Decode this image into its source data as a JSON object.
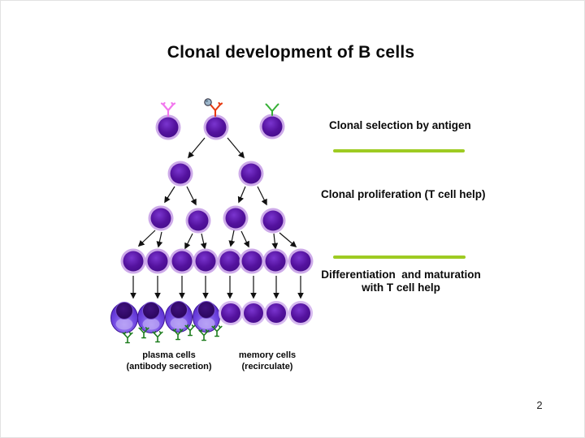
{
  "slide": {
    "title": "Clonal development of B cells",
    "page_number": "2",
    "background_color": "#ffffff"
  },
  "annotations": {
    "selection_label": "Clonal selection by antigen",
    "proliferation_label": "Clonal proliferation (T cell help)",
    "differentiation_label_line1": "Differentiation  and maturation",
    "differentiation_label_line2": "with T cell help",
    "plasma_label_line1": "plasma cells",
    "plasma_label_line2": "(antibody secretion)",
    "memory_label_line1": "memory cells",
    "memory_label_line2": "(recirculate)"
  },
  "diagram": {
    "naive_b_cell_count": 3,
    "top_row_receptors": [
      "pink",
      "red-orange",
      "green"
    ],
    "antigen_bound_to": "middle cell (red-orange receptor)",
    "proliferation_generations": [
      1,
      2,
      4,
      8
    ],
    "plasma_cell_count": 4,
    "memory_cell_count": 4,
    "secreted_antibody_count": 7
  },
  "colors": {
    "cell_body_purple": "#54129e",
    "cell_halo_lavender": "#cdaae9",
    "plasma_body_violet": "#7148e2",
    "plasma_nucleus": "#2c0660",
    "receptor_pink": "#f277ee",
    "receptor_red": "#e63b12",
    "receptor_green": "#36b036",
    "antibody_green": "#1e7d1e",
    "antigen_gray_blue": "#9db6ca",
    "divider_green": "#9ecb22",
    "arrow_black": "#111111",
    "text_black": "#0a0a0a"
  }
}
